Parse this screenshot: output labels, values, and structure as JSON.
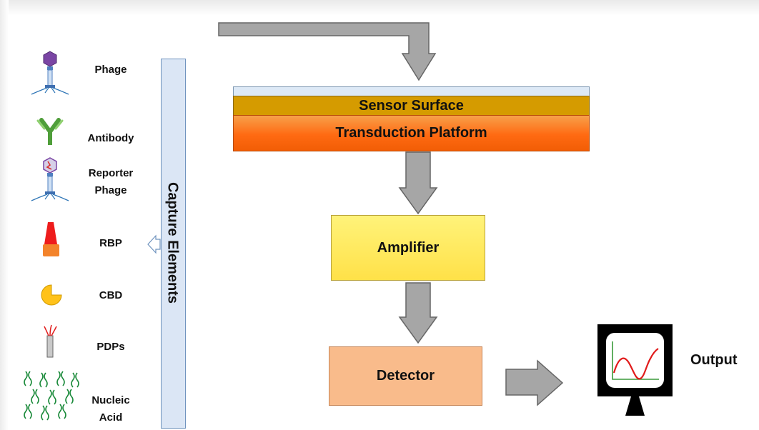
{
  "diagram": {
    "capture_panel": {
      "title": "Capture Elements",
      "items": [
        {
          "icon": "phage-icon",
          "label": "Phage"
        },
        {
          "icon": "antibody-icon",
          "label": "Antibody"
        },
        {
          "icon": "reporter-phage-icon",
          "label_line1": "Reporter",
          "label_line2": "Phage"
        },
        {
          "icon": "rbp-icon",
          "label": "RBP"
        },
        {
          "icon": "cbd-icon",
          "label": "CBD"
        },
        {
          "icon": "pdp-icon",
          "label": "PDPs"
        },
        {
          "icon": "nucleic-acid-icon",
          "label_line1": "Nucleic",
          "label_line2": "Acid"
        }
      ]
    },
    "sensor_stack": {
      "surface_label": "Sensor Surface",
      "transduction_label": "Transduction Platform"
    },
    "amplifier_label": "Amplifier",
    "detector_label": "Detector",
    "output_label": "Output",
    "output_icon": "monitor-signal-icon",
    "colors": {
      "arrow_fill": "#a6a6a6",
      "arrow_stroke": "#666666",
      "sensor_surface": "#d59b00",
      "transduction": "#ff6a12",
      "amplifier": "#ffe148",
      "detector": "#f9bb8b",
      "capture_bar": "#dbe6f5",
      "dna": "#1a8a3a",
      "signal": "#e11b1b"
    }
  }
}
